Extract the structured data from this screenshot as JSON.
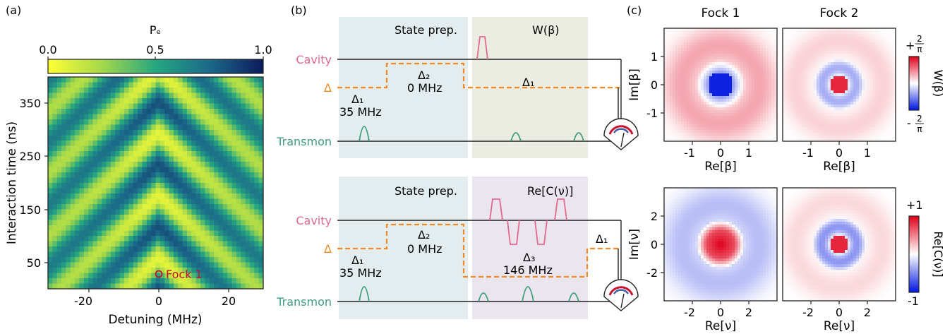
{
  "panel_labels": {
    "a": "(a)",
    "b": "(b)",
    "c": "(c)"
  },
  "panel_a": {
    "colorbar_label": "Pₑ",
    "colorbar_ticks": [
      "0.0",
      "0.5",
      "1.0"
    ],
    "xlabel": "Detuning (MHz)",
    "ylabel": "Interaction time (ns)",
    "xticks": [
      "-20",
      "0",
      "20"
    ],
    "yticks": [
      "350",
      "250",
      "150",
      "50"
    ],
    "marker_label": "Fock 1",
    "colors": {
      "low": "#ffff33",
      "mid": "#25a780",
      "high": "#0d1a5c"
    }
  },
  "panel_b_top": {
    "state_prep": "State prep.",
    "measure": "W(β)",
    "cavity": "Cavity",
    "delta": "Δ",
    "transmon": "Transmon",
    "d1_top": "Δ₁",
    "d1_top_val": "35 MHz",
    "d2": "Δ₂",
    "d2_val": "0 MHz",
    "d1_right": "Δ₁"
  },
  "panel_b_bottom": {
    "state_prep": "State prep.",
    "measure": "Re[C(ν)]",
    "cavity": "Cavity",
    "delta": "Δ",
    "transmon": "Transmon",
    "d1": "Δ₁",
    "d1_val": "35 MHz",
    "d2": "Δ₂",
    "d2_val": "0 MHz",
    "d3": "Δ₃",
    "d3_val": "146 MHz",
    "d1_right": "Δ₁"
  },
  "panel_c": {
    "col1": "Fock 1",
    "col2": "Fock 2",
    "top_xlabel": "Re[β]",
    "top_ylabel": "Im[β]",
    "bot_xlabel": "Re[ν]",
    "bot_ylabel": "Im[ν]",
    "top_xticks": [
      "-1",
      "0",
      "1"
    ],
    "top_yticks": [
      "1",
      "0",
      "-1"
    ],
    "bot_xticks": [
      "-2",
      "0",
      "2"
    ],
    "bot_yticks": [
      "2",
      "0",
      "-2"
    ],
    "cb_top_label": "W(β)",
    "cb_top_plus": "+",
    "cb_top_minus": "-",
    "cb_top_num": "2",
    "cb_top_den": "π",
    "cb_bot_label": "Re[C(ν)]",
    "cb_bot_plus": "+1",
    "cb_bot_minus": "-1"
  },
  "colors": {
    "cavity": "#e06a8f",
    "delta": "#f08a28",
    "transmon": "#3f9e7a",
    "prep_bg": "#e3ecef",
    "measure_bg_top": "#ecede2",
    "measure_bg_bot": "#eae5ee",
    "marker": "#c8102e"
  }
}
